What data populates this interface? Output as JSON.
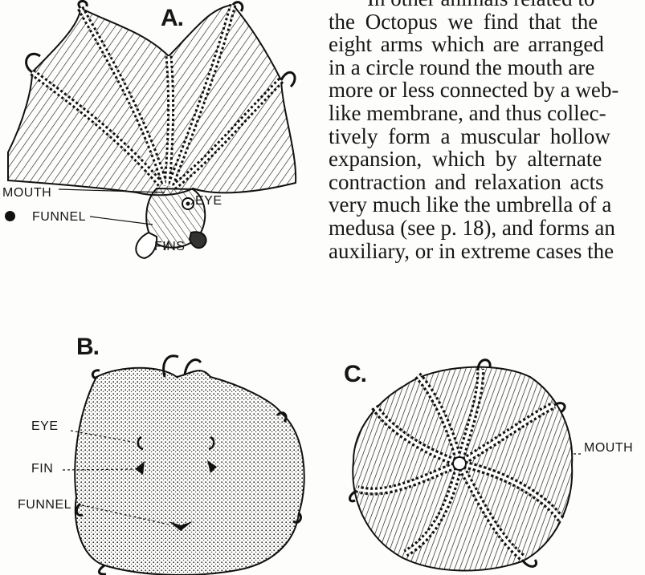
{
  "text": {
    "lines": [
      "In other animals related to",
      "the Octopus we find that the",
      "eight arms which are arranged",
      "in a circle round the mouth are",
      "more or less connected by a web-",
      "like membrane, and thus collec-",
      "tively form a muscular hollow",
      "expansion, which by alternate",
      "contraction and relaxation acts",
      "very much like the umbrella of a",
      "medusa (see p. 18), and forms an",
      "auxiliary, or in extreme cases the"
    ]
  },
  "figures": {
    "a": {
      "letter": "A.",
      "labels": {
        "mouth": "MOUTH",
        "funnel": "FUNNEL",
        "eye": "EYE",
        "fins": "FINS"
      }
    },
    "b": {
      "letter": "B.",
      "labels": {
        "eye": "EYE",
        "fin": "FIN",
        "funnel": "FUNNEL"
      }
    },
    "c": {
      "letter": "C.",
      "labels": {
        "mouth": "MOUTH"
      }
    }
  },
  "colors": {
    "ink": "#161616",
    "paper": "#fdfdfb"
  }
}
